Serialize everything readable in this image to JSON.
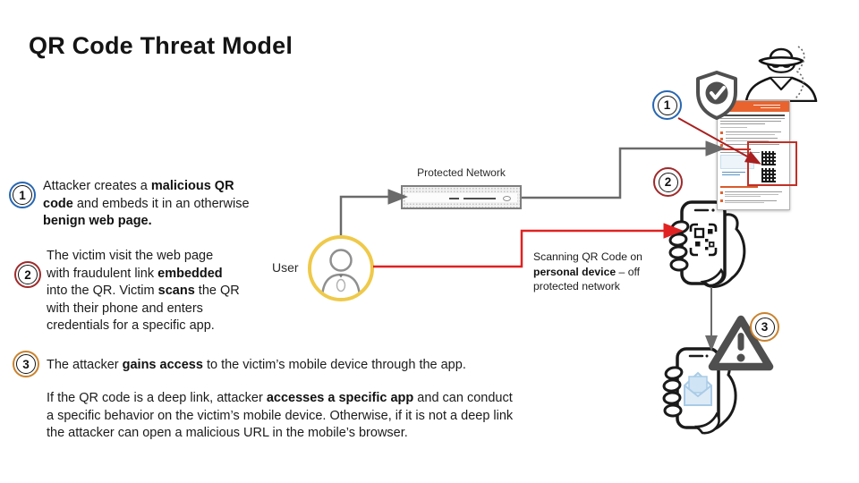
{
  "title": "QR Code Threat Model",
  "colors": {
    "blue": "#2767B2",
    "step_red": "#9E2A2B",
    "step_orange": "#C9822E",
    "arrow_red": "#E02222",
    "arrow_dark_red": "#A82020",
    "arrow_gray": "#6A6A6A",
    "user_ring_yellow": "#EFC94A",
    "shield_gray": "#4F4F4F",
    "page_orange": "#E8632E",
    "qr_red": "#C03026"
  },
  "steps": [
    {
      "num": "1",
      "segments": [
        {
          "t": "Attacker creates a "
        },
        {
          "t": "malicious QR\ncode",
          "b": 1
        },
        {
          "t": " and embeds it in an otherwise\n"
        },
        {
          "t": "benign web page.",
          "b": 1
        }
      ]
    },
    {
      "num": "2",
      "segments": [
        {
          "t": "The victim visit the web page\nwith fraudulent link "
        },
        {
          "t": "embedded",
          "b": 1
        },
        {
          "t": "\ninto the QR. Victim "
        },
        {
          "t": "scans",
          "b": 1
        },
        {
          "t": " the QR\nwith their phone and enters\ncredentials for a specific app."
        }
      ]
    },
    {
      "num": "3",
      "segments": [
        {
          "t": "The attacker "
        },
        {
          "t": "gains access",
          "b": 1
        },
        {
          "t": " to the victim’s mobile device through the app."
        }
      ]
    }
  ],
  "footnote_segments": [
    {
      "t": "If the QR code is a deep link, attacker "
    },
    {
      "t": "accesses a specific app",
      "b": 1
    },
    {
      "t": " and can conduct\na specific behavior on the victim’s mobile device. Otherwise, if it is not a deep link\nthe attacker can open a malicious URL in the mobile’s browser."
    }
  ],
  "diagram": {
    "user_label": "User",
    "network_label": "Protected Network",
    "scan_segments": [
      {
        "t": "Scanning QR Code on\n"
      },
      {
        "t": "personal device",
        "b": 1
      },
      {
        "t": " – off\nprotected network"
      }
    ]
  }
}
